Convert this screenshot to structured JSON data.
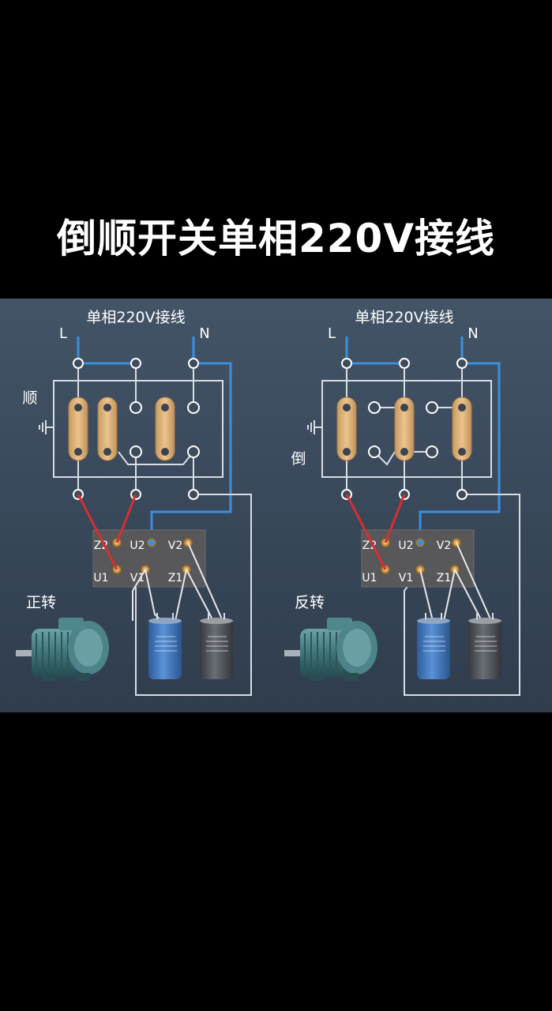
{
  "title": "倒顺开关单相220V接线",
  "diagrams": [
    {
      "heading": "单相220V接线",
      "line_label": "L",
      "neutral_label": "N",
      "switch_position": "顺",
      "rotation": "正转",
      "terminals": [
        "Z2",
        "U2",
        "V2",
        "U1",
        "V1",
        "Z1"
      ]
    },
    {
      "heading": "单相220V接线",
      "line_label": "L",
      "neutral_label": "N",
      "switch_position": "倒",
      "rotation": "反转",
      "terminals": [
        "Z2",
        "U2",
        "V2",
        "U1",
        "V1",
        "Z1"
      ]
    }
  ],
  "colors": {
    "background": "#000000",
    "panel": "#38495c",
    "wire_blue": "#3a8fe0",
    "wire_red": "#d62f2f",
    "wire_white": "#e6e8ec",
    "link_bar": "#d9ad72",
    "capacitor_blue": "#3c73b8",
    "capacitor_dark": "#4c4f55"
  }
}
